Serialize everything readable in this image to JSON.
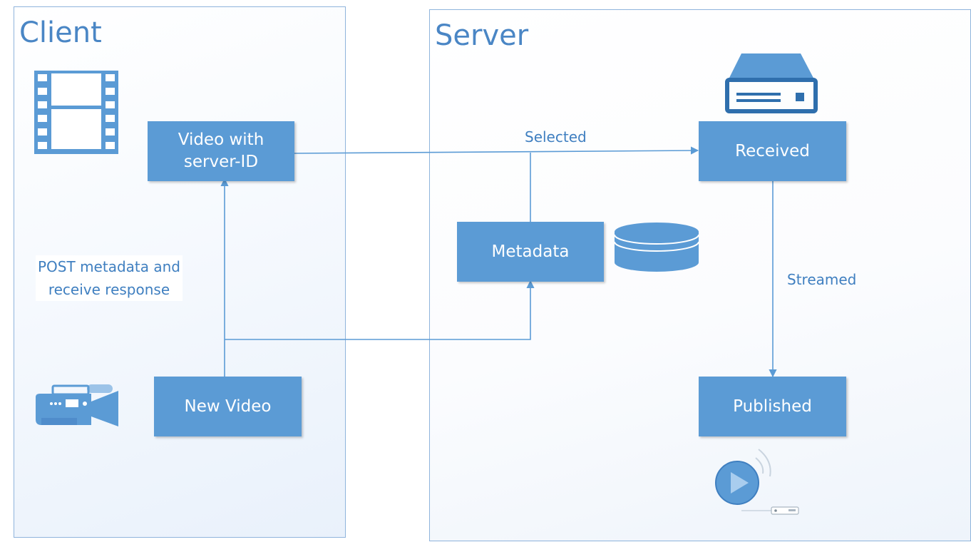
{
  "client": {
    "title": "Client"
  },
  "server": {
    "title": "Server"
  },
  "nodes": {
    "video_with_id": "Video with\nserver-ID",
    "new_video": "New Video",
    "metadata": "Metadata",
    "received": "Received",
    "published": "Published"
  },
  "edge_labels": {
    "post": "POST metadata and\nreceive response",
    "selected": "Selected",
    "streamed": "Streamed"
  },
  "icons": [
    "film-strip-icon",
    "video-camera-icon",
    "server-icon",
    "database-icon",
    "media-player-icon"
  ],
  "colors": {
    "box": "#5b9bd5",
    "accent": "#4a86c5",
    "icon": "#2f6fad",
    "border": "#8fb4dc"
  }
}
